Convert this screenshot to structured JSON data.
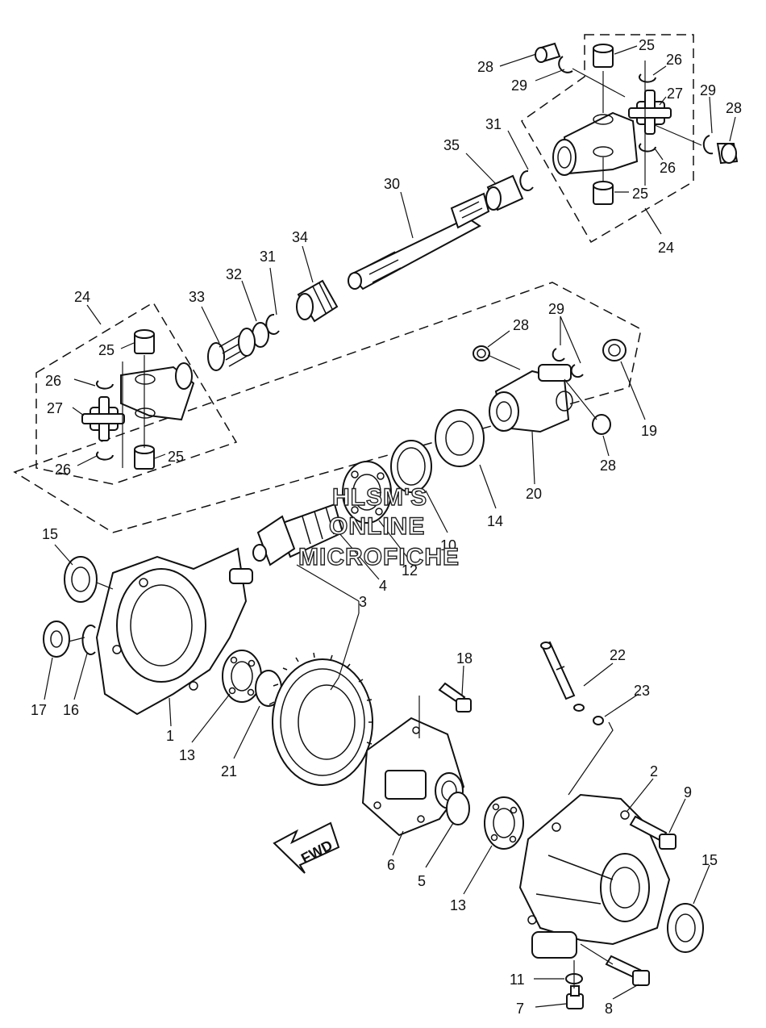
{
  "watermark": {
    "line1": "HLSM'S",
    "line2": "ONLINE",
    "line3": "MICROFICHE"
  },
  "direction_arrow": {
    "label": "FWD",
    "icon": "forward-arrow-icon"
  },
  "callouts": {
    "c1": "1",
    "c2": "2",
    "c3": "3",
    "c4": "4",
    "c5": "5",
    "c6": "6",
    "c7": "7",
    "c8": "8",
    "c9": "9",
    "c10": "10",
    "c11": "11",
    "c12": "12",
    "c13a": "13",
    "c13b": "13",
    "c14": "14",
    "c15a": "15",
    "c15b": "15",
    "c16": "16",
    "c17": "17",
    "c18": "18",
    "c19": "19",
    "c20": "20",
    "c21": "21",
    "c22": "22",
    "c23": "23",
    "c24a": "24",
    "c24b": "24",
    "c25a": "25",
    "c25b": "25",
    "c25c": "25",
    "c25d": "25",
    "c26a": "26",
    "c26b": "26",
    "c26c": "26",
    "c26d": "26",
    "c27a": "27",
    "c27b": "27",
    "c28a": "28",
    "c28b": "28",
    "c28c": "28",
    "c28d": "28",
    "c29a": "29",
    "c29b": "29",
    "c29c": "29",
    "c30": "30",
    "c31a": "31",
    "c31b": "31",
    "c32": "32",
    "c33": "33",
    "c34": "34",
    "c35": "35"
  },
  "colors": {
    "line": "#111111",
    "background": "#ffffff"
  }
}
